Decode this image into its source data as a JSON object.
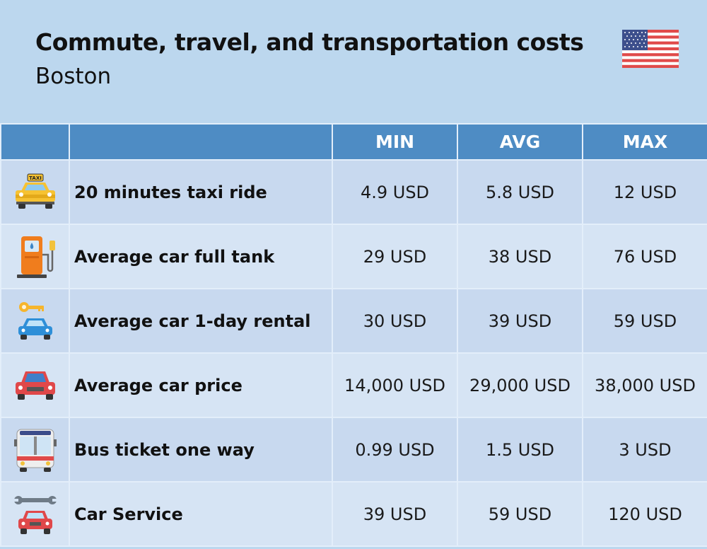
{
  "header": {
    "title": "Commute, travel, and transportation costs",
    "subtitle": "Boston",
    "flag_icon": "us-flag-icon"
  },
  "table": {
    "columns": [
      "",
      "",
      "MIN",
      "AVG",
      "MAX"
    ],
    "rows": [
      {
        "icon": "taxi-icon",
        "label": "20 minutes taxi ride",
        "min": "4.9 USD",
        "avg": "5.8 USD",
        "max": "12 USD"
      },
      {
        "icon": "fuel-pump-icon",
        "label": "Average car full tank",
        "min": "29 USD",
        "avg": "38 USD",
        "max": "76 USD"
      },
      {
        "icon": "car-rental-icon",
        "label": "Average car 1-day rental",
        "min": "30 USD",
        "avg": "39 USD",
        "max": "59 USD"
      },
      {
        "icon": "car-icon",
        "label": "Average car price",
        "min": "14,000 USD",
        "avg": "29,000 USD",
        "max": "38,000 USD"
      },
      {
        "icon": "bus-icon",
        "label": "Bus ticket one way",
        "min": "0.99 USD",
        "avg": "1.5 USD",
        "max": "3 USD"
      },
      {
        "icon": "car-service-icon",
        "label": "Car Service",
        "min": "39 USD",
        "avg": "59 USD",
        "max": "120 USD"
      }
    ]
  },
  "icon_text": {
    "taxi_sign": "TAXI"
  },
  "colors": {
    "page_background": "#bcd7ee",
    "header_row": "#4e8cc4",
    "row_odd": "#c8d9ef",
    "row_even": "#d6e4f4"
  }
}
